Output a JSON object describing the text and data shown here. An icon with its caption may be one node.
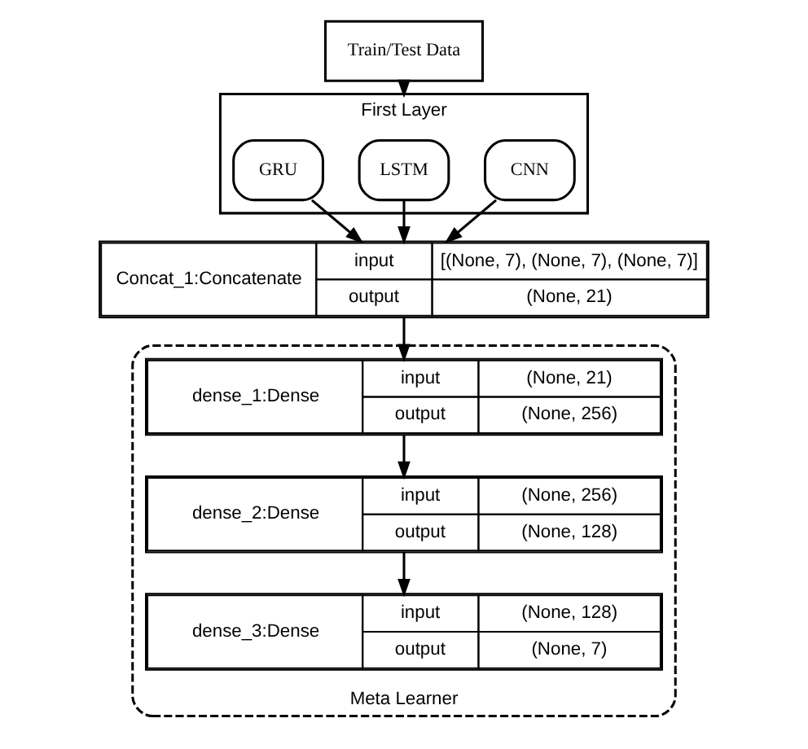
{
  "diagram": {
    "nodes": [
      {
        "text": [
          "Train/Test Data"
        ]
      },
      {
        "text": [
          "First Layer"
        ]
      },
      {
        "text": [
          "CNN"
        ],
        "in": 1
      },
      {
        "text": [
          "LSTM"
        ],
        "in": 1
      },
      {
        "text": [
          "GRU"
        ],
        "in": 1
      },
      {
        "text": [
          "Concat_1:Concatenate",
          "input",
          "[(None, 7), (None, 7), (None, 7)]",
          "output",
          "(None, 21)"
        ]
      },
      {
        "text": [
          "Meta Learner"
        ]
      },
      {
        "text": [
          "dense_1:Dense",
          "input",
          "(None, 21)",
          "output",
          "(None, 256)"
        ],
        "in": 6
      },
      {
        "text": [
          "dense_2:Dense",
          "input",
          "(None, 256)",
          "output",
          "(None, 128)"
        ],
        "in": 6
      },
      {
        "text": [
          "dense_3:Dense",
          "input",
          "(None, 128)",
          "output",
          "(None, 7)"
        ],
        "in": 6
      }
    ],
    "edges": [
      {
        "from": 0,
        "to": 1,
        "arrow": "to"
      },
      {
        "from": 2,
        "to": 5,
        "arrow": "to"
      },
      {
        "from": 3,
        "to": 5,
        "arrow": "to"
      },
      {
        "from": 4,
        "to": 5,
        "arrow": "to"
      },
      {
        "from": 5,
        "to": 7,
        "arrow": "to"
      },
      {
        "from": 7,
        "to": 8,
        "arrow": "to"
      },
      {
        "from": 8,
        "to": 9,
        "arrow": "to"
      }
    ]
  }
}
